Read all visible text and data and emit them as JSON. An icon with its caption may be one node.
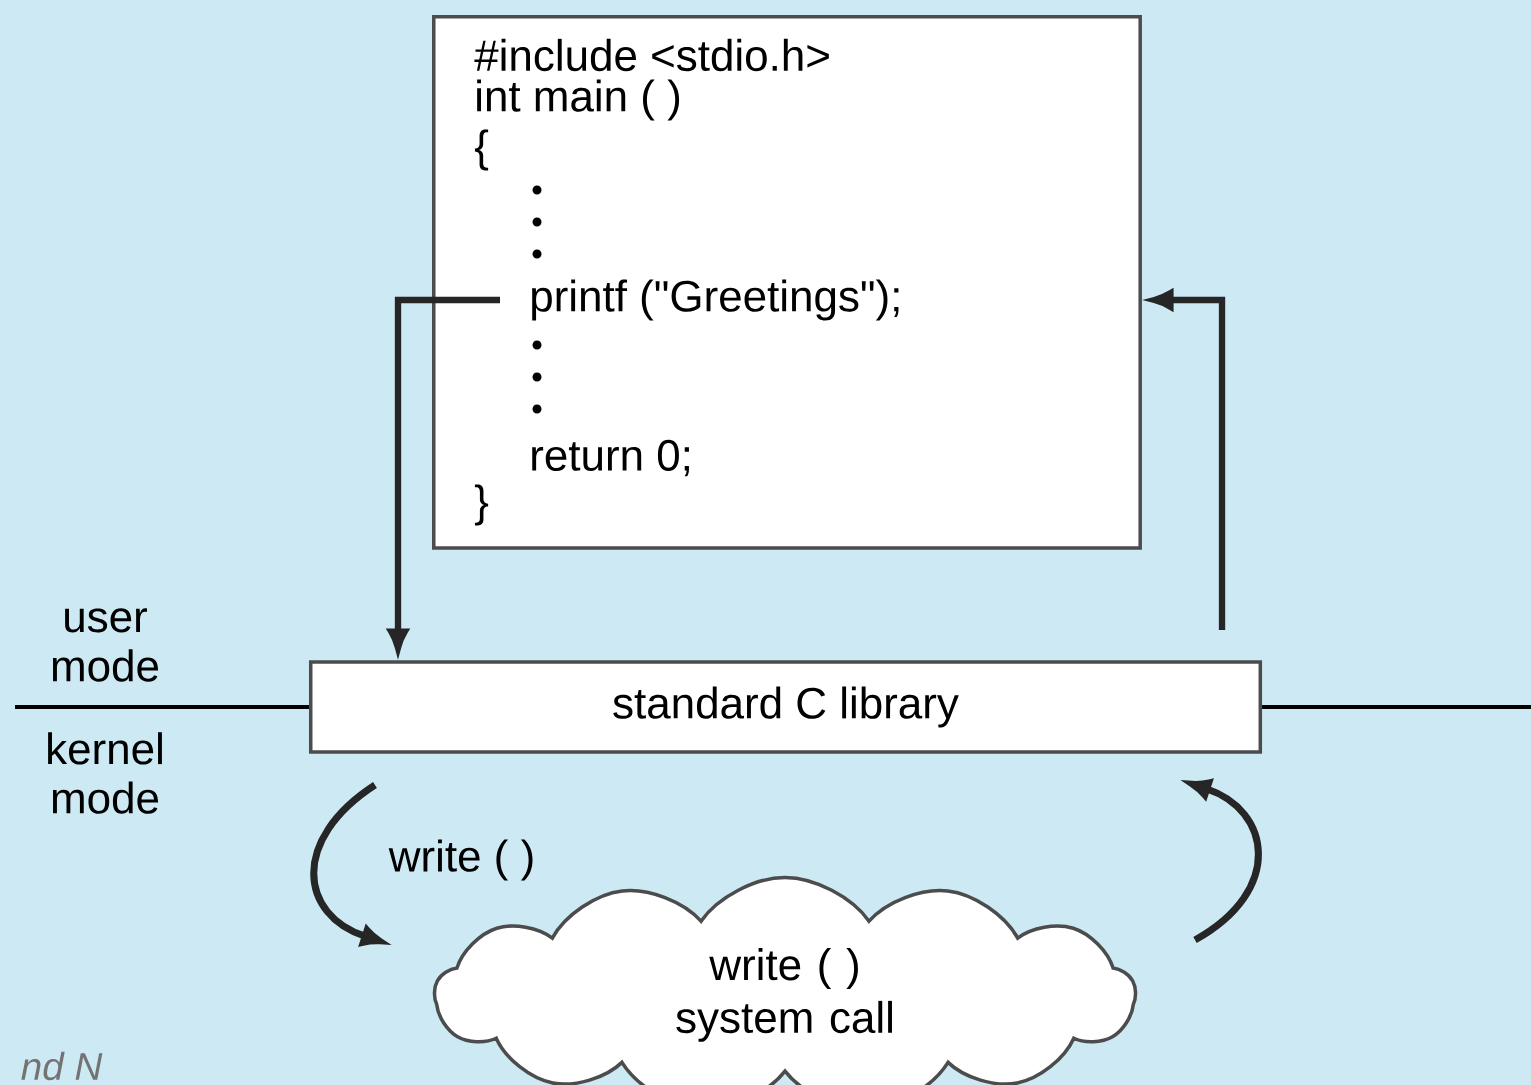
{
  "diagram": {
    "nodes": [
      {
        "text": [
          "#include <stdio.h>",
          "int main ( )",
          "{",
          "printf (\"Greetings\");",
          "return 0;",
          "}"
        ]
      },
      {
        "text": [
          "standard C library"
        ]
      },
      {
        "text": [
          "write ( ) system call"
        ]
      }
    ],
    "edges": [
      {
        "from": 0,
        "to": 1,
        "arrow": "to"
      },
      {
        "from": 1,
        "to": 0,
        "arrow": "to"
      },
      {
        "from": 1,
        "to": 2,
        "arrow": "to",
        "label": "write ( )"
      },
      {
        "from": 2,
        "to": 1,
        "arrow": "to"
      }
    ],
    "labels": [
      "user mode",
      "kernel mode",
      "nd N"
    ]
  }
}
